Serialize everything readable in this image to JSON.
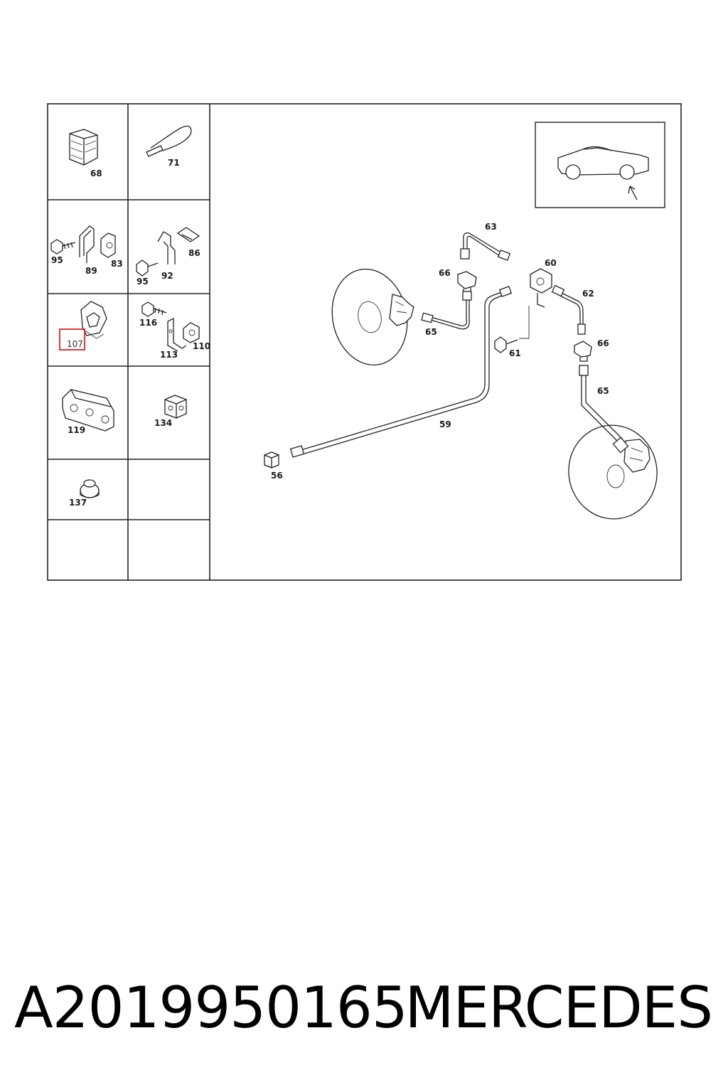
{
  "diagram": {
    "grid_labels": [
      "68",
      "71",
      "95",
      "89",
      "83",
      "86",
      "92",
      "95",
      "107",
      "116",
      "113",
      "110",
      "119",
      "134",
      "137"
    ],
    "main_labels": [
      "63",
      "66",
      "65",
      "60",
      "62",
      "61",
      "66",
      "65",
      "59",
      "56"
    ],
    "highlight": {
      "label": "107",
      "color": "#dd2222"
    }
  },
  "footer": {
    "part_number": "A2019950165",
    "brand": "MERCEDES"
  }
}
